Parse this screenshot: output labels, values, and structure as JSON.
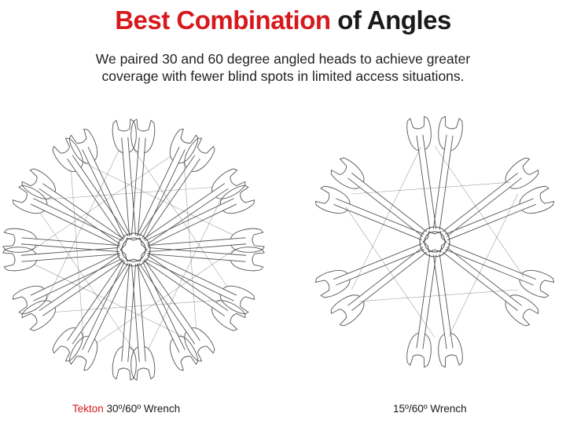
{
  "header": {
    "title_accent": "Best Combination",
    "title_rest": " of Angles",
    "subtitle_line1": "We paired 30 and 60 degree angled heads to achieve greater",
    "subtitle_line2": "coverage with fewer blind spots in limited access situations."
  },
  "diagrams": {
    "left": {
      "brand": "Tekton",
      "caption": " 30º/60º Wrench",
      "angles_deg": [
        30,
        60
      ]
    },
    "right": {
      "caption": "15º/60º Wrench",
      "angles_deg": [
        15,
        60
      ]
    }
  },
  "colors": {
    "accent": "#d7191e",
    "text": "#1a1a1a",
    "line": "#555555"
  }
}
